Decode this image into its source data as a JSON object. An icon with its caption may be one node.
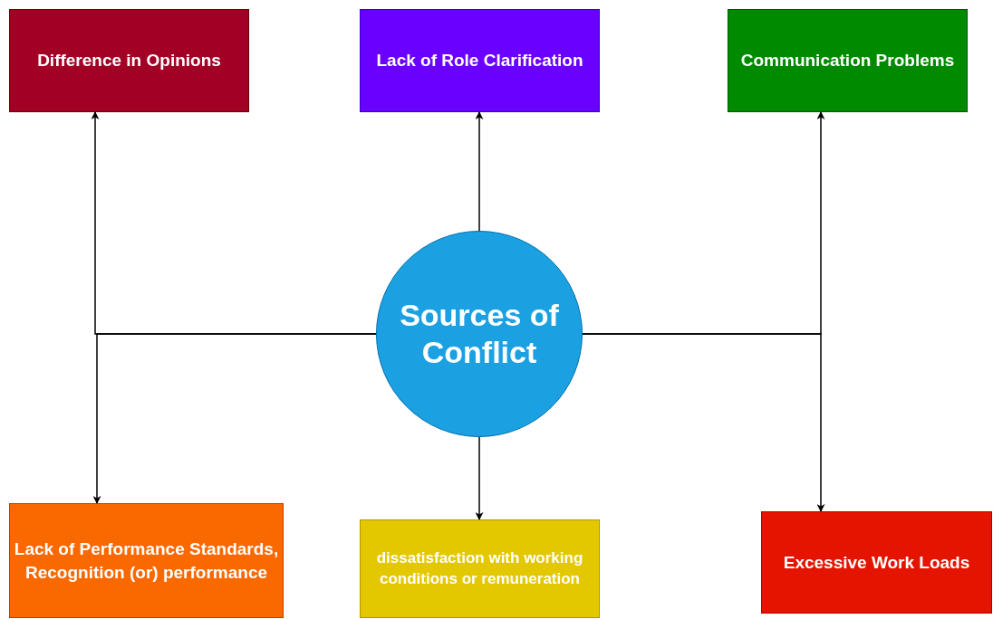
{
  "diagram": {
    "nodes": [
      {
        "text": [
          "Sources of Conflict"
        ]
      },
      {
        "text": [
          "Difference in Opinions"
        ]
      },
      {
        "text": [
          "Lack of Role Clarification"
        ]
      },
      {
        "text": [
          "Communication Problems"
        ]
      },
      {
        "text": [
          "Lack of Performance Standards, Recognition (or) performance"
        ]
      },
      {
        "text": [
          "dissatisfaction with working conditions or remuneration"
        ]
      },
      {
        "text": [
          "Excessive Work Loads"
        ]
      }
    ],
    "edges": [
      {
        "from": 0,
        "to": 1,
        "arrow": "to"
      },
      {
        "from": 0,
        "to": 2,
        "arrow": "to"
      },
      {
        "from": 0,
        "to": 3,
        "arrow": "to"
      },
      {
        "from": 0,
        "to": 4,
        "arrow": "to"
      },
      {
        "from": 0,
        "to": 5,
        "arrow": "to"
      },
      {
        "from": 0,
        "to": 6,
        "arrow": "to"
      }
    ]
  }
}
